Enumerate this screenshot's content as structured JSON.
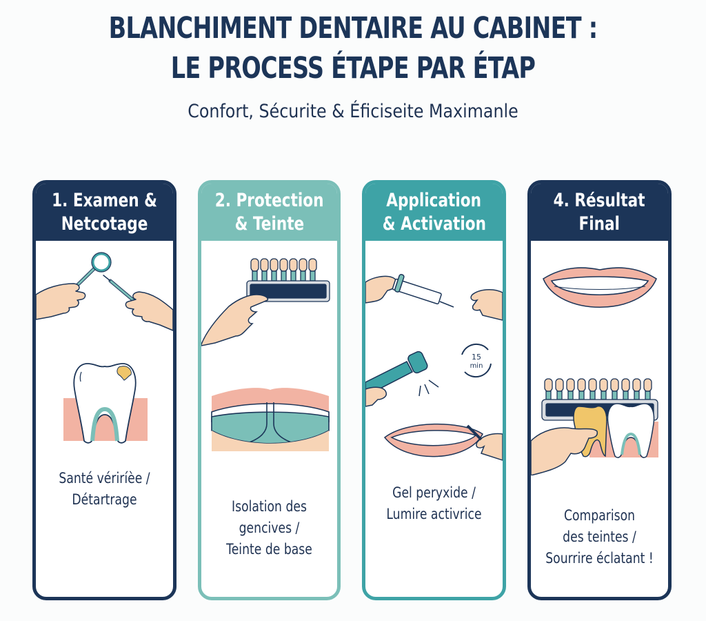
{
  "header": {
    "title_line1": "BLANCHIMENT DENTAIRE AU CABINET :",
    "title_line2": "LE PROCESS ÉTAPE PAR ÉTAP",
    "subtitle": "Confort, Sécurite & Éficiseite Maximanle"
  },
  "colors": {
    "navy": "#1c3558",
    "teal_light": "#7bbfb8",
    "teal_medium": "#3ea3a6",
    "gum_pink": "#f2b3a3",
    "skin": "#f7d4b6",
    "stain_yellow": "#f0c66a"
  },
  "steps": [
    {
      "title_line1": "1. Examen &",
      "title_line2": "Netcotage",
      "caption_lines": [
        "Santé vériríèe /",
        "Détartrage"
      ],
      "illustration": "hands-with-dental-mirror-and-probe, tooth-with-tartar-stain-in-gum"
    },
    {
      "title_line1": "2. Protection",
      "title_line2": "& Teinte",
      "caption_lines": [
        "Isolation des",
        "gencives /",
        "Teinte de base"
      ],
      "illustration": "hand-holding-shade-guide, gum-barrier-on-teeth"
    },
    {
      "title_line1": "Application",
      "title_line2": "& Activation",
      "caption_lines": [
        "Gel peryxide /",
        "Lumire activrice"
      ],
      "illustration": "hands-with-syringe, curing-light-over-smile, timer",
      "timer": {
        "value": "15",
        "unit": "min"
      }
    },
    {
      "title_line1": "4. Résultat",
      "title_line2": "Final",
      "caption_lines": [
        "Comparison",
        "des teintes /",
        "Sourrire éclatant !"
      ],
      "illustration": "white-smile, shade-guide-comparing-yellow-and-white-tooth"
    }
  ]
}
